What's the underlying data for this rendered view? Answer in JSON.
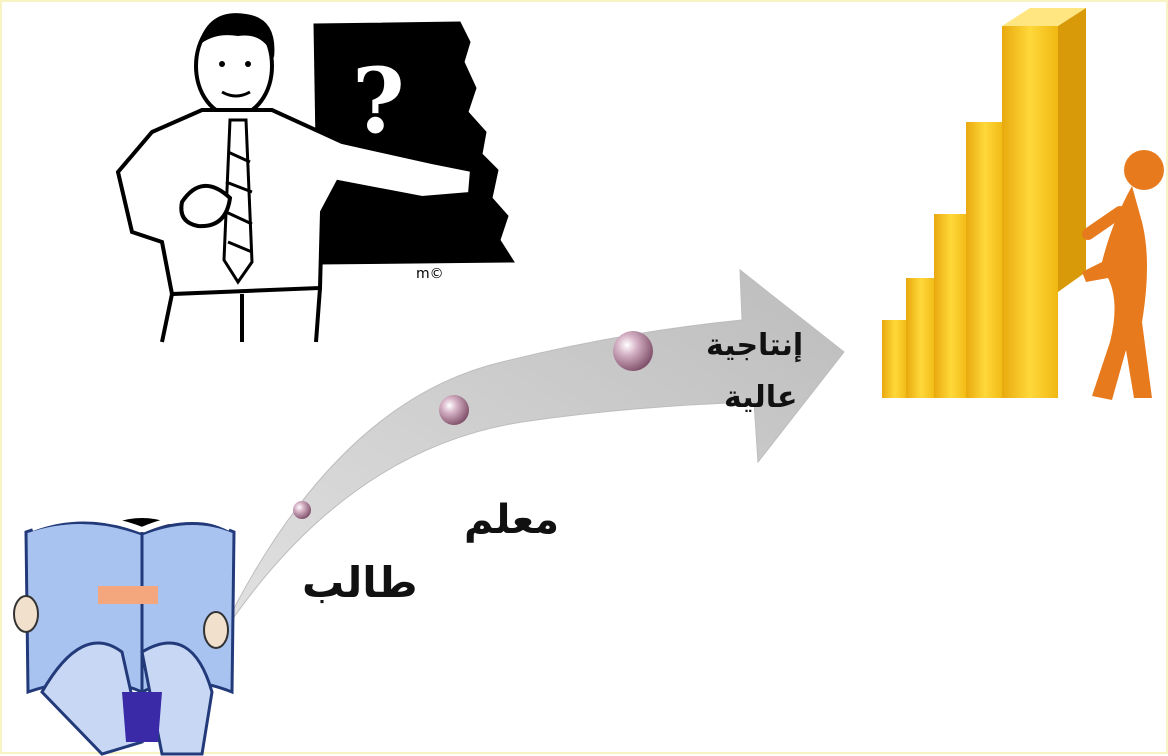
{
  "labels": {
    "student": "طالب",
    "teacher": "معلم",
    "productivity_line1": "إنتاجية",
    "productivity_line2": "عالية"
  },
  "colors": {
    "arrow_fill": "#c9c9c9",
    "bead": "#b7849f",
    "bars": "#f2c21d",
    "figure": "#e87a1e",
    "book": "#9ab7ea",
    "board": "#000000"
  }
}
